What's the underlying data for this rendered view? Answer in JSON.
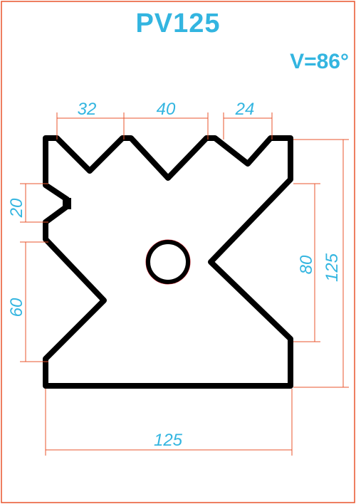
{
  "title": "PV125",
  "angle_label": "V=86°",
  "colors": {
    "title": "#33b5e0",
    "dimension_line": "#e8542c",
    "dimension_text": "#33b5e0",
    "profile_stroke": "#000000",
    "hole_highlight": "#d9232e",
    "border": "#e8542c"
  },
  "dimensions": {
    "top_left_v": "32",
    "top_middle_v": "40",
    "top_right_v": "24",
    "left_upper_v": "20",
    "left_lower_v": "60",
    "right_v": "80",
    "overall_height": "125",
    "overall_width": "125"
  }
}
